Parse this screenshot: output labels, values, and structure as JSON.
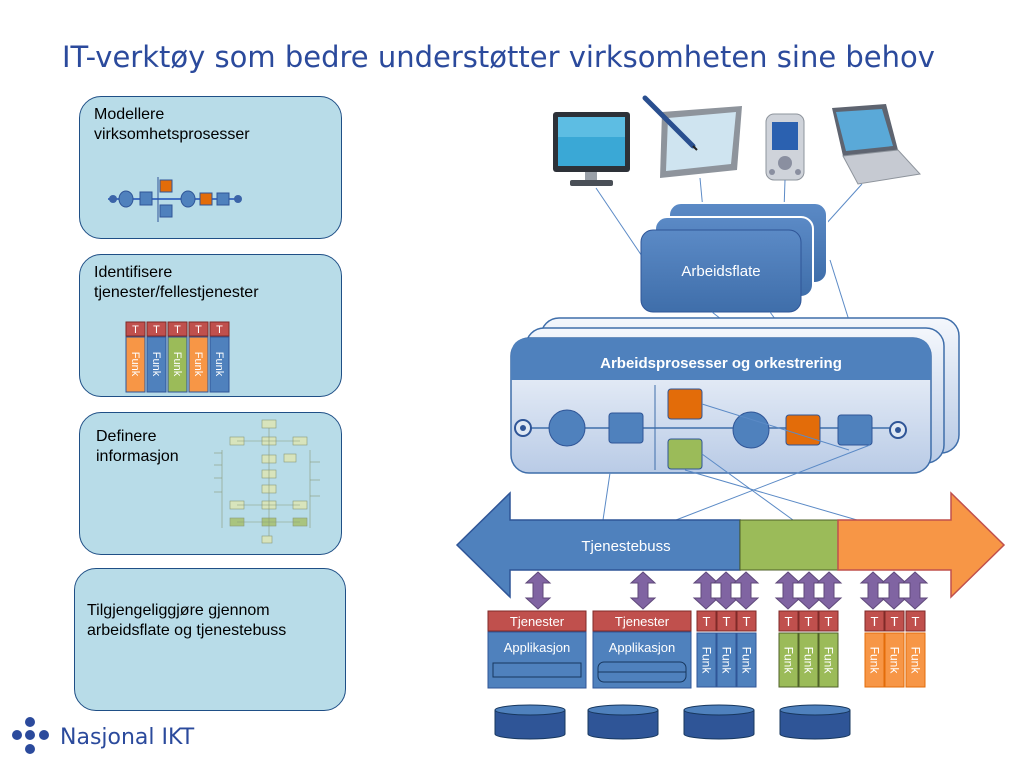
{
  "title": "IT-verktøy som bedre understøtter virksomheten sine behov",
  "steps": [
    {
      "line1": "Modellere",
      "line2": "virksomhetsprosesser"
    },
    {
      "line1": "Identifisere",
      "line2": "tjenester/fellestjenester"
    },
    {
      "line1": "Definere",
      "line2": "informasjon"
    },
    {
      "line1": "Tilgjengeliggjøre gjennom",
      "line2": "arbeidsflate  og tjenestebuss"
    }
  ],
  "mini_stack": {
    "t": "T",
    "funk": "Funk"
  },
  "diagram": {
    "arbeidsflate": "Arbeidsflate",
    "process_title": "Arbeidsprosesser og orkestrering",
    "bus_label": "Tjenestebuss",
    "tjenester": "Tjenester",
    "applikasjon": "Applikasjon",
    "t": "T",
    "funk": "Funk"
  },
  "colors": {
    "title": "#2b4a9c",
    "box_blue": "#4f81bd",
    "box_dark": "#385d8a",
    "orange": "#e36c09",
    "green": "#9bbb59",
    "red": "#c0504d",
    "purple": "#8064a2",
    "bus_orange": "#f79646"
  },
  "logo": {
    "text": "Nasjonal IKT"
  }
}
